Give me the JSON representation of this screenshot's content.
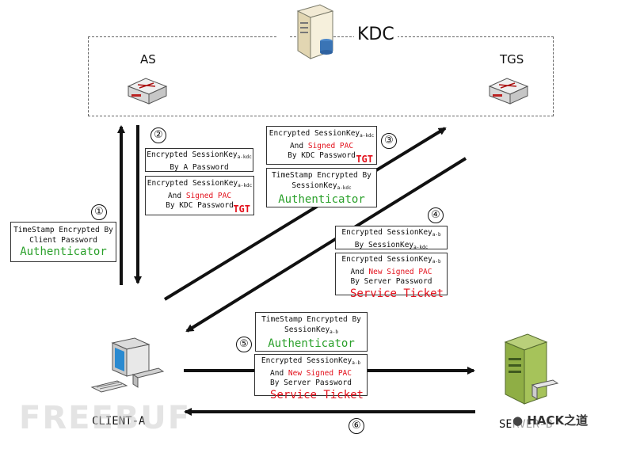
{
  "kdc": {
    "title": "KDC",
    "as_label": "AS",
    "tgs_label": "TGS"
  },
  "nodes": {
    "client": "CLIENT-A",
    "server": "SERVER-B"
  },
  "steps": [
    "①",
    "②",
    "③",
    "④",
    "⑤",
    "⑥"
  ],
  "sub": {
    "a_kdc": "a-kdc",
    "a_b": "a-b"
  },
  "msg1": {
    "line1": "TimeStamp Encrypted By",
    "line2": "Client Password",
    "title": "Authenticator"
  },
  "msg2a": {
    "line1": "Encrypted SessionKey",
    "line2": "By A Password"
  },
  "msg2b": {
    "line1": "Encrypted SessionKey",
    "line2a": "And ",
    "line2b": "Signed PAC",
    "line3": "By KDC Password",
    "tag": "TGT"
  },
  "msg3a": {
    "line1": "Encrypted SessionKey",
    "line2a": "And ",
    "line2b": "Signed PAC",
    "line3": "By KDC Password",
    "tag": "TGT"
  },
  "msg3b": {
    "line1": "TimeStamp Encrypted By",
    "line2": "SessionKey",
    "title": "Authenticator"
  },
  "msg4a": {
    "line1": "Encrypted SessionKey",
    "line2": "By SessionKey"
  },
  "msg4b": {
    "line1": "Encrypted SessionKey",
    "line2a": "And ",
    "line2b": "New Signed PAC",
    "line3": "By Server Password",
    "title": "Service Ticket"
  },
  "msg5a": {
    "line1": "TimeStamp Encrypted By",
    "line2": "SessionKey",
    "title": "Authenticator"
  },
  "msg5b": {
    "line1": "Encrypted SessionKey",
    "line2a": "And ",
    "line2b": "New Signed PAC",
    "line3": "By Server Password",
    "title": "Service Ticket"
  },
  "watermarks": {
    "left": "FREEBUF",
    "right": "HACK之道"
  },
  "colors": {
    "red": "#e3101b",
    "green": "#2aa02a",
    "line": "#111111"
  }
}
